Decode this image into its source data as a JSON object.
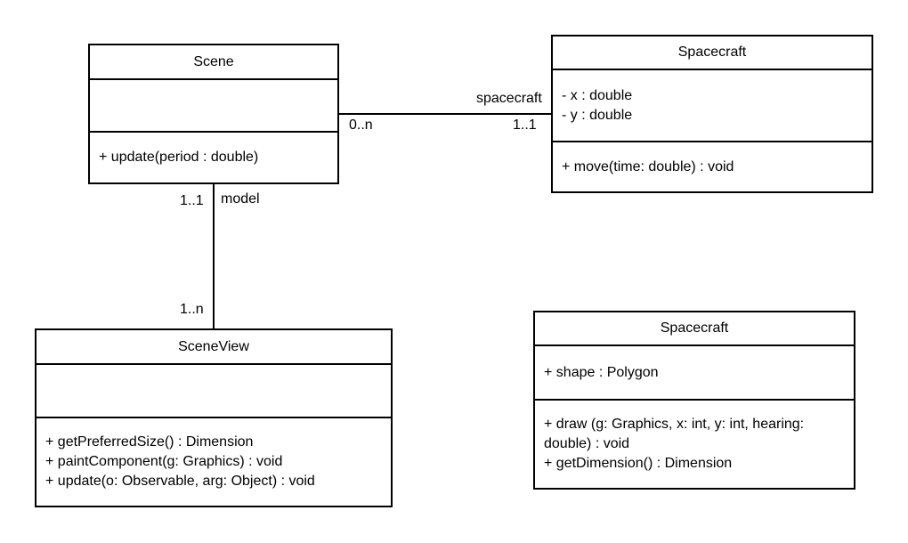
{
  "classes": {
    "scene": {
      "name": "Scene",
      "attributes": [],
      "operations": [
        "+ update(period : double)"
      ]
    },
    "spacecraft_model": {
      "name": "Spacecraft",
      "attributes": [
        "- x : double",
        "- y : double"
      ],
      "operations": [
        "+ move(time: double) : void"
      ]
    },
    "scene_view": {
      "name": "SceneView",
      "attributes": [],
      "operations": [
        "+ getPreferredSize() : Dimension",
        "+ paintComponent(g: Graphics) : void",
        "+ update(o: Observable, arg: Object) : void"
      ]
    },
    "spacecraft_view": {
      "name": "Spacecraft",
      "attributes": [
        "+ shape : Polygon"
      ],
      "operations": [
        "+ draw (g: Graphics, x: int, y: int, hearing:",
        "double) : void",
        "+ getDimension() : Dimension"
      ]
    }
  },
  "associations": {
    "scene_spacecraft": {
      "role": "spacecraft",
      "source_multiplicity": "0..n",
      "target_multiplicity": "1..1"
    },
    "scene_sceneview": {
      "role": "model",
      "source_multiplicity": "1..1",
      "target_multiplicity": "1..n"
    }
  }
}
